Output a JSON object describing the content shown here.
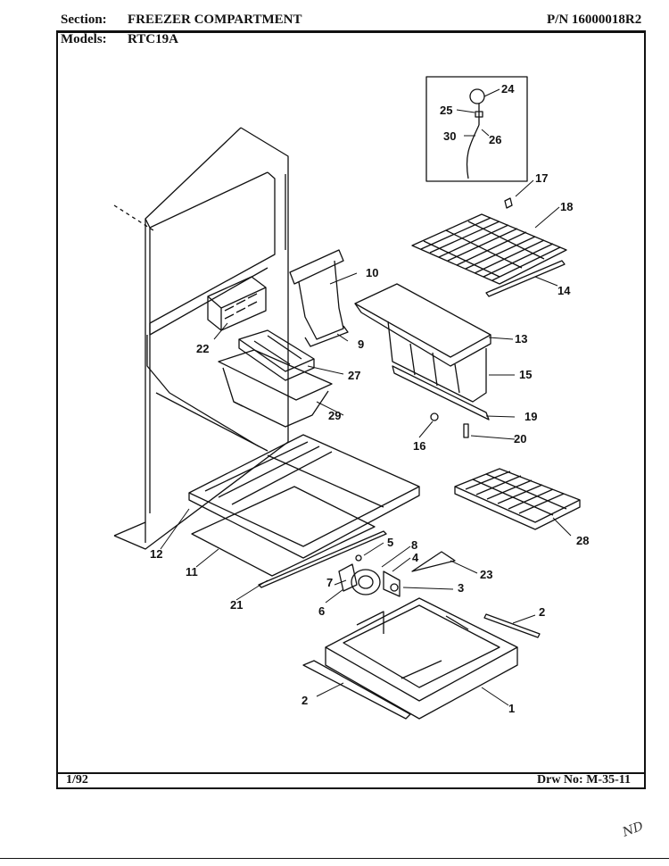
{
  "header": {
    "section_label": "Section:",
    "section_value": "FREEZER COMPARTMENT",
    "pn": "P/N 16000018R2",
    "models_label": "Models:",
    "models_value": "RTC19A"
  },
  "footer": {
    "date": "1/92",
    "drawing_no": "Drw No: M-35-11"
  },
  "callouts": {
    "c1": "1",
    "c2a": "2",
    "c2b": "2",
    "c3": "3",
    "c4": "4",
    "c5": "5",
    "c6": "6",
    "c7": "7",
    "c8": "8",
    "c9": "9",
    "c10": "10",
    "c11": "11",
    "c12": "12",
    "c13": "13",
    "c14": "14",
    "c15": "15",
    "c16": "16",
    "c17": "17",
    "c18": "18",
    "c19": "19",
    "c20": "20",
    "c21": "21",
    "c22": "22",
    "c23": "23",
    "c24": "24",
    "c25": "25",
    "c26": "26",
    "c27": "27",
    "c28": "28",
    "c29": "29",
    "c30": "30"
  },
  "margin_mark": "ND"
}
